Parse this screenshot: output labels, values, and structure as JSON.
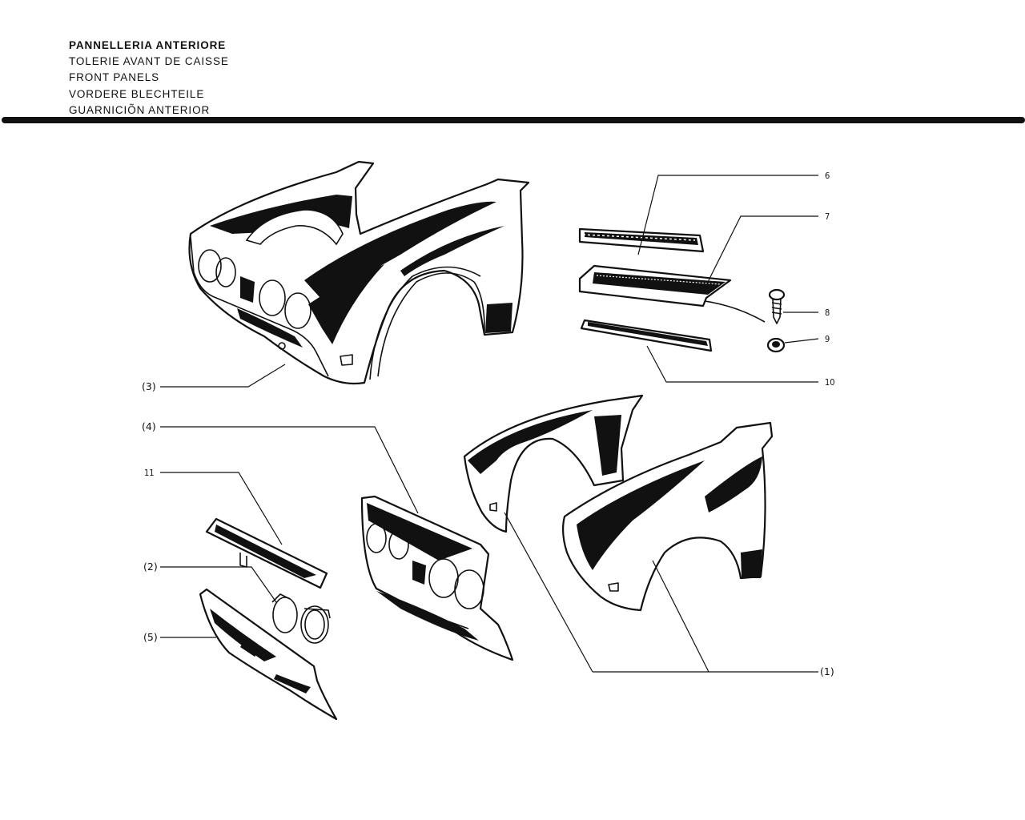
{
  "header": {
    "titles": [
      "PANNELLERIA ANTERIORE",
      "TOLERIE AVANT DE CAISSE",
      "FRONT PANELS",
      "VORDERE BLECHTEILE",
      "GUARNICIÕN ANTERIOR"
    ]
  },
  "callouts": {
    "c1": "(1)",
    "c2": "(2)",
    "c3": "(3)",
    "c4": "(4)",
    "c5": "(5)",
    "c6": "6",
    "c7": "7",
    "c8": "8",
    "c9": "9",
    "c10": "10",
    "c11": "11"
  }
}
